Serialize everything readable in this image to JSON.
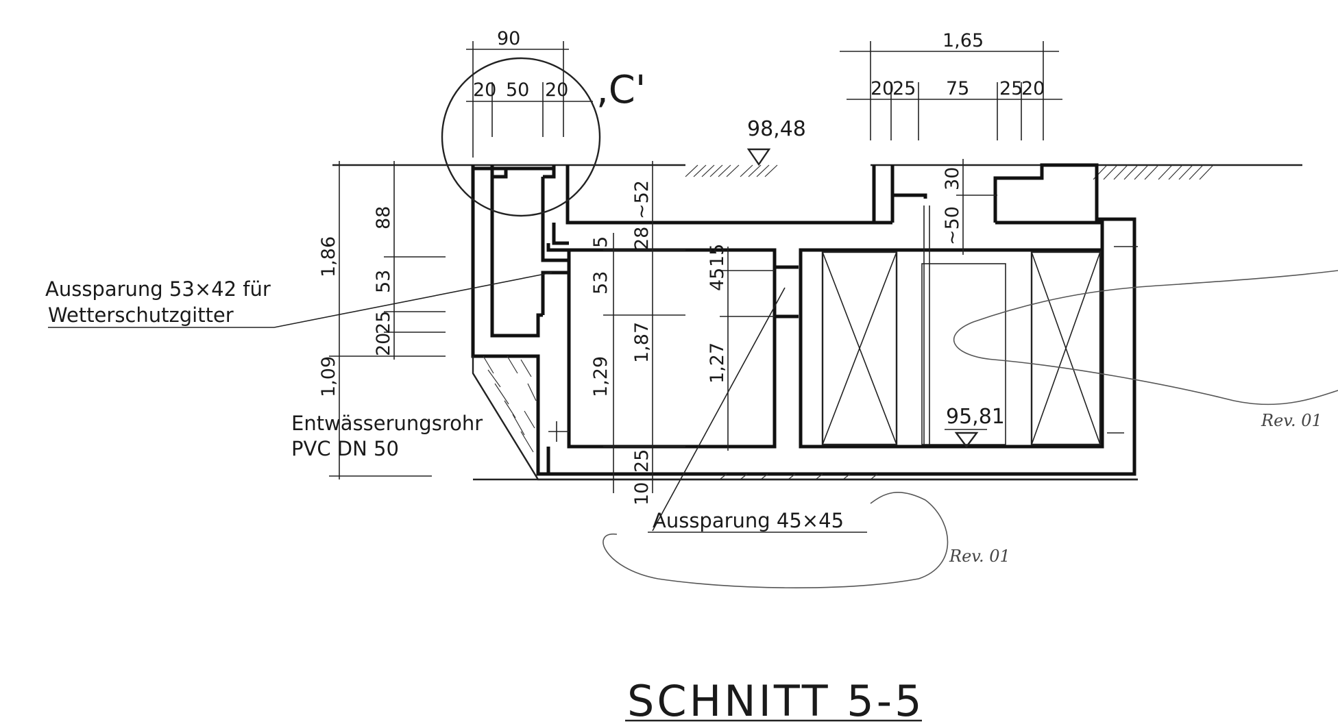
{
  "title": "SCHNITT  5-5",
  "detail_mark": ",C'",
  "elevations": {
    "top": "98,48",
    "bottom": "95,81"
  },
  "labels": {
    "opening_grille_line1": "Aussparung 53×42 für",
    "opening_grille_line2": "Wetterschutzgitter",
    "drain_line1": "Entwässerungsrohr",
    "drain_line2": "PVC  DN 50",
    "opening_45": "Aussparung  45×45"
  },
  "revisions": {
    "rev_right": "Rev. 01",
    "rev_bottom": "Rev. 01"
  },
  "dimensions": {
    "top_left": {
      "overall": "90",
      "d1": "20",
      "d2": "50",
      "d3": "20"
    },
    "top_right": {
      "overall": "1,65",
      "d1": "20",
      "d2": "25",
      "d3": "75",
      "d4": "25",
      "d5": "20"
    },
    "left_outer": {
      "upper": "1,86",
      "lower": "1,09"
    },
    "left_inner": {
      "a": "88",
      "b": "53",
      "c": "20",
      "d": "25"
    },
    "middle_shaft": {
      "a": "~52",
      "b": "28",
      "c": "5",
      "d": "53",
      "e": "1,29",
      "f": "25",
      "g": "10"
    },
    "middle_overall": "1,87",
    "right_room": {
      "a": "45",
      "b": "15",
      "c": "1,27"
    },
    "right_hatch": {
      "a": "30",
      "b": "~50"
    }
  },
  "colors": {
    "ink": "#111111",
    "paper": "#ffffff"
  }
}
